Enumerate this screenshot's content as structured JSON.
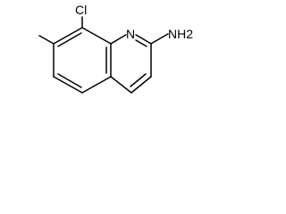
{
  "molecule": {
    "atoms": {
      "chlorine": "Cl",
      "ring_nitrogen": "N",
      "amine": "NH2"
    },
    "colors": {
      "bond": "#000000",
      "label": "#000000",
      "background": "#ffffff"
    }
  }
}
